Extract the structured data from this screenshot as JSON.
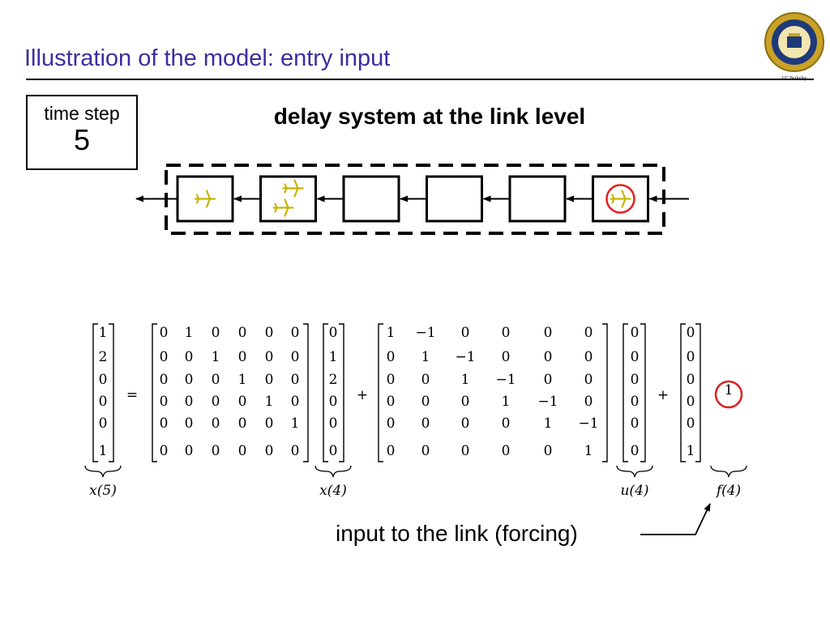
{
  "slide": {
    "title": "Illustration of the model: entry input",
    "logo_text": "UC Berkeley"
  },
  "time_step": {
    "label": "time step",
    "value": "5"
  },
  "diagram": {
    "heading": "delay system at the link level",
    "cell_count": 6,
    "planes_per_cell": [
      1,
      2,
      0,
      0,
      0,
      1
    ],
    "highlighted_cell": 6,
    "plane_color": "#e6d400",
    "highlight_color": "#e02020"
  },
  "equation": {
    "lhs": [
      "1",
      "2",
      "0",
      "0",
      "0",
      "1"
    ],
    "A": [
      [
        "0",
        "1",
        "0",
        "0",
        "0",
        "0"
      ],
      [
        "0",
        "0",
        "1",
        "0",
        "0",
        "0"
      ],
      [
        "0",
        "0",
        "0",
        "1",
        "0",
        "0"
      ],
      [
        "0",
        "0",
        "0",
        "0",
        "1",
        "0"
      ],
      [
        "0",
        "0",
        "0",
        "0",
        "0",
        "1"
      ],
      [
        "0",
        "0",
        "0",
        "0",
        "0",
        "0"
      ]
    ],
    "x4": [
      "0",
      "1",
      "2",
      "0",
      "0",
      "0"
    ],
    "B": [
      [
        "1",
        "−1",
        "0",
        "0",
        "0",
        "0"
      ],
      [
        "0",
        "1",
        "−1",
        "0",
        "0",
        "0"
      ],
      [
        "0",
        "0",
        "1",
        "−1",
        "0",
        "0"
      ],
      [
        "0",
        "0",
        "0",
        "1",
        "−1",
        "0"
      ],
      [
        "0",
        "0",
        "0",
        "0",
        "1",
        "−1"
      ],
      [
        "0",
        "0",
        "0",
        "0",
        "0",
        "1"
      ]
    ],
    "u4": [
      "0",
      "0",
      "0",
      "0",
      "0",
      "0"
    ],
    "f4": [
      "0",
      "0",
      "0",
      "0",
      "0",
      "1"
    ],
    "equals": "=",
    "plus": "+",
    "circled_value": "1",
    "labels": {
      "x5": "x(5)",
      "x4": "x(4)",
      "u4": "u(4)",
      "f4": "f(4)"
    }
  },
  "annotation": {
    "text": "input to the link (forcing)"
  }
}
